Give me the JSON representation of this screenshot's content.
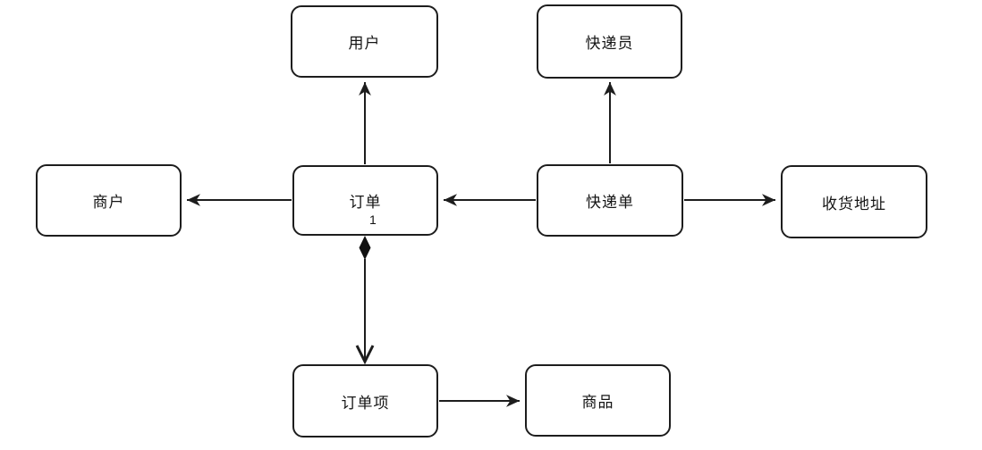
{
  "diagram_type": "entity-relationship",
  "colors": {
    "background": "#ffffff",
    "node_fill": "#ffffff",
    "stroke": "#1d1d1d",
    "text": "#151515"
  },
  "nodes": {
    "user": {
      "label": "用户"
    },
    "courier": {
      "label": "快递员"
    },
    "merchant": {
      "label": "商户"
    },
    "order": {
      "label": "订单"
    },
    "waybill": {
      "label": "快递单"
    },
    "address": {
      "label": "收货地址"
    },
    "order_item": {
      "label": "订单项"
    },
    "product": {
      "label": "商品"
    }
  },
  "edges": [
    {
      "from": "订单",
      "to": "用户",
      "source_marker": "none",
      "target_marker": "filled-arrow"
    },
    {
      "from": "快递单",
      "to": "快递员",
      "source_marker": "none",
      "target_marker": "filled-arrow"
    },
    {
      "from": "订单",
      "to": "商户",
      "source_marker": "none",
      "target_marker": "filled-arrow"
    },
    {
      "from": "快递单",
      "to": "订单",
      "source_marker": "none",
      "target_marker": "filled-arrow"
    },
    {
      "from": "快递单",
      "to": "收货地址",
      "source_marker": "none",
      "target_marker": "filled-arrow"
    },
    {
      "from": "订单",
      "to": "订单项",
      "source_marker": "filled-diamond",
      "target_marker": "open-arrow",
      "multiplicity": "1"
    },
    {
      "from": "订单项",
      "to": "商品",
      "source_marker": "none",
      "target_marker": "filled-arrow"
    }
  ]
}
